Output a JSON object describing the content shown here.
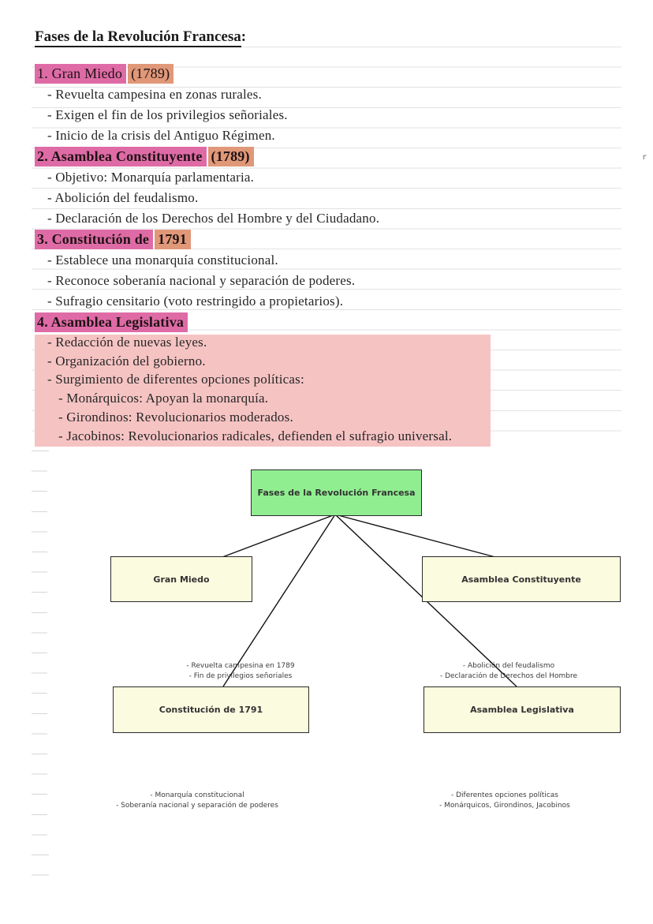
{
  "page": {
    "title": "Fases de la Revolución Francesa",
    "title_colon": ":",
    "corner_mark": "r"
  },
  "colors": {
    "highlight_pink": "#df6ba6",
    "highlight_salmon": "#e09878",
    "highlight_block_red": "#f6c3c3",
    "diagram_root_fill": "#90ee90",
    "diagram_node_fill": "#fbfbe0",
    "rule_line": "#e2e2e6"
  },
  "notes": {
    "sections": [
      {
        "heading": "1. Gran Miedo",
        "year": "(1789)",
        "bullets": [
          "- Revuelta campesina en zonas rurales.",
          "- Exigen el fin de los privilegios señoriales.",
          "- Inicio de la crisis del Antiguo Régimen."
        ]
      },
      {
        "heading": "2. Asamblea Constituyente",
        "year": "(1789)",
        "bullets": [
          "- Objetivo: Monarquía parlamentaria.",
          "- Abolición del feudalismo.",
          "- Declaración de los Derechos del Hombre y del Ciudadano."
        ]
      },
      {
        "heading": "3. Constitución de",
        "year": "1791",
        "bullets": [
          "- Establece una monarquía constitucional.",
          "- Reconoce soberanía nacional y separación de poderes.",
          "- Sufragio censitario (voto restringido a propietarios)."
        ]
      },
      {
        "heading": "4. Asamblea Legislativa",
        "bullets": [
          "- Redacción de nuevas leyes.",
          "- Organización del gobierno.",
          "- Surgimiento de diferentes opciones políticas:",
          "- Monárquicos: Apoyan la monarquía.",
          "- Girondinos: Revolucionarios moderados.",
          "- Jacobinos: Revolucionarios radicales, defienden el sufragio universal."
        ]
      }
    ]
  },
  "diagram": {
    "root_label": "Fases de la Revolución Francesa",
    "node_gran_miedo": "Gran Miedo",
    "node_asamblea_constituyente": "Asamblea Constituyente",
    "node_constitucion": "Constitución de 1791",
    "node_asamblea_legislativa": "Asamblea Legislativa",
    "ann_gran_miedo": [
      "- Revuelta campesina en 1789",
      "- Fin de privilegios señoriales"
    ],
    "ann_asamblea_constituyente": [
      "- Abolición del feudalismo",
      "- Declaración de Derechos del Hombre"
    ],
    "ann_constitucion": [
      "- Monarquía constitucional",
      "- Soberanía nacional y separación de poderes"
    ],
    "ann_asamblea_legislativa": [
      "- Diferentes opciones políticas",
      "- Monárquicos, Girondinos, Jacobinos"
    ]
  }
}
